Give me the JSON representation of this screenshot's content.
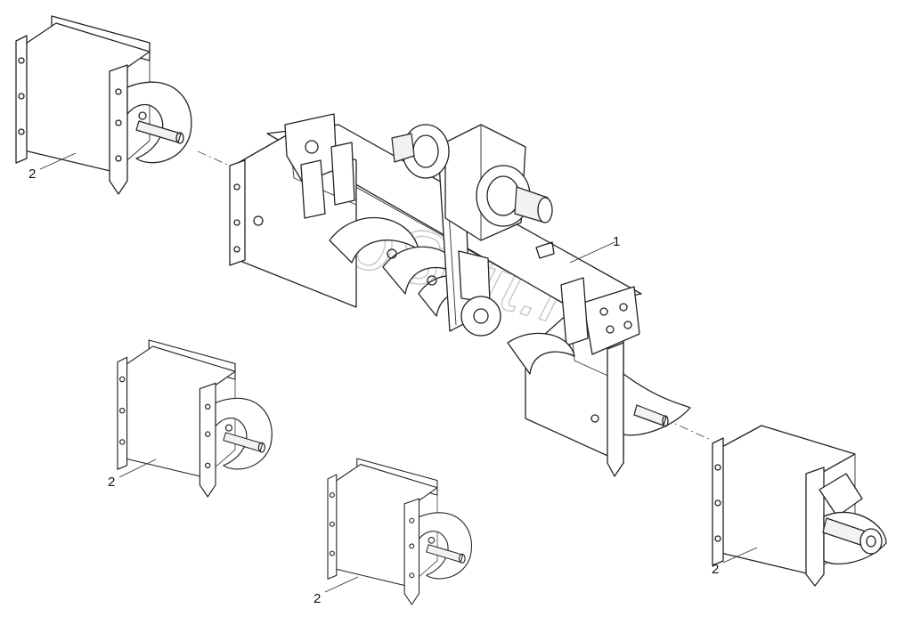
{
  "watermark": "AutoSoft.ru",
  "callouts": {
    "main_assembly": "1",
    "section_top_left": "2",
    "section_mid_left": "2",
    "section_bottom_center": "2",
    "section_bottom_right": "2"
  }
}
